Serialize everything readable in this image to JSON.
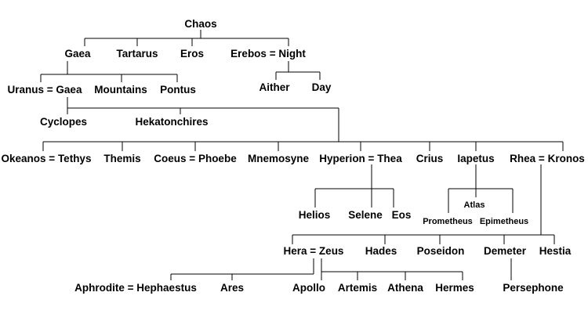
{
  "title": "Chaos",
  "nodes": {
    "chaos": "Chaos",
    "gaea": "Gaea",
    "tartarus": "Tartarus",
    "eros": "Eros",
    "erebos_night": "Erebos = Night",
    "aither": "Aither",
    "day": "Day",
    "uranus_gaea": "Uranus = Gaea",
    "mountains": "Mountains",
    "pontus": "Pontus",
    "cyclopes": "Cyclopes",
    "hekatonchires": "Hekatonchires",
    "okeanos_tethys": "Okeanos = Tethys",
    "themis": "Themis",
    "coeus_phoebe": "Coeus = Phoebe",
    "mnemosyne": "Mnemosyne",
    "hyperion_thea": "Hyperion = Thea",
    "crius": "Crius",
    "iapetus": "Iapetus",
    "rhea_kronos": "Rhea = Kronos",
    "helios": "Helios",
    "selene": "Selene",
    "eos": "Eos",
    "atlas": "Atlas",
    "prometheus": "Prometheus",
    "epimetheus": "Epimetheus",
    "hera_zeus": "Hera = Zeus",
    "hades": "Hades",
    "poseidon": "Poseidon",
    "demeter": "Demeter",
    "hestia": "Hestia",
    "aphrodite_hephaestus": "Aphrodite = Hephaestus",
    "ares": "Ares",
    "apollo": "Apollo",
    "artemis": "Artemis",
    "athena": "Athena",
    "hermes": "Hermes",
    "persephone": "Persephone"
  }
}
